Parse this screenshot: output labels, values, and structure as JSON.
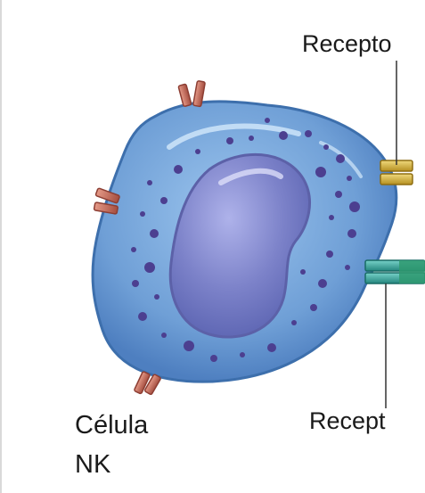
{
  "labels": {
    "top_receptor": "Recepto",
    "bottom_receptor": "Recept",
    "cell_name_line1": "Célula",
    "cell_name_line2": "NK"
  },
  "colors": {
    "cell_body": "#6f9fd6",
    "cell_edge": "#3d6fac",
    "nucleus": "#7c82c9",
    "nucleus_edge": "#5c61a8",
    "granules": "#4c3f90",
    "surface_receptor": "#c96a5a",
    "activating_receptor": "#d4b13c",
    "inhibitory_receptor": "#3aa6a0",
    "leader_line": "#333333"
  }
}
